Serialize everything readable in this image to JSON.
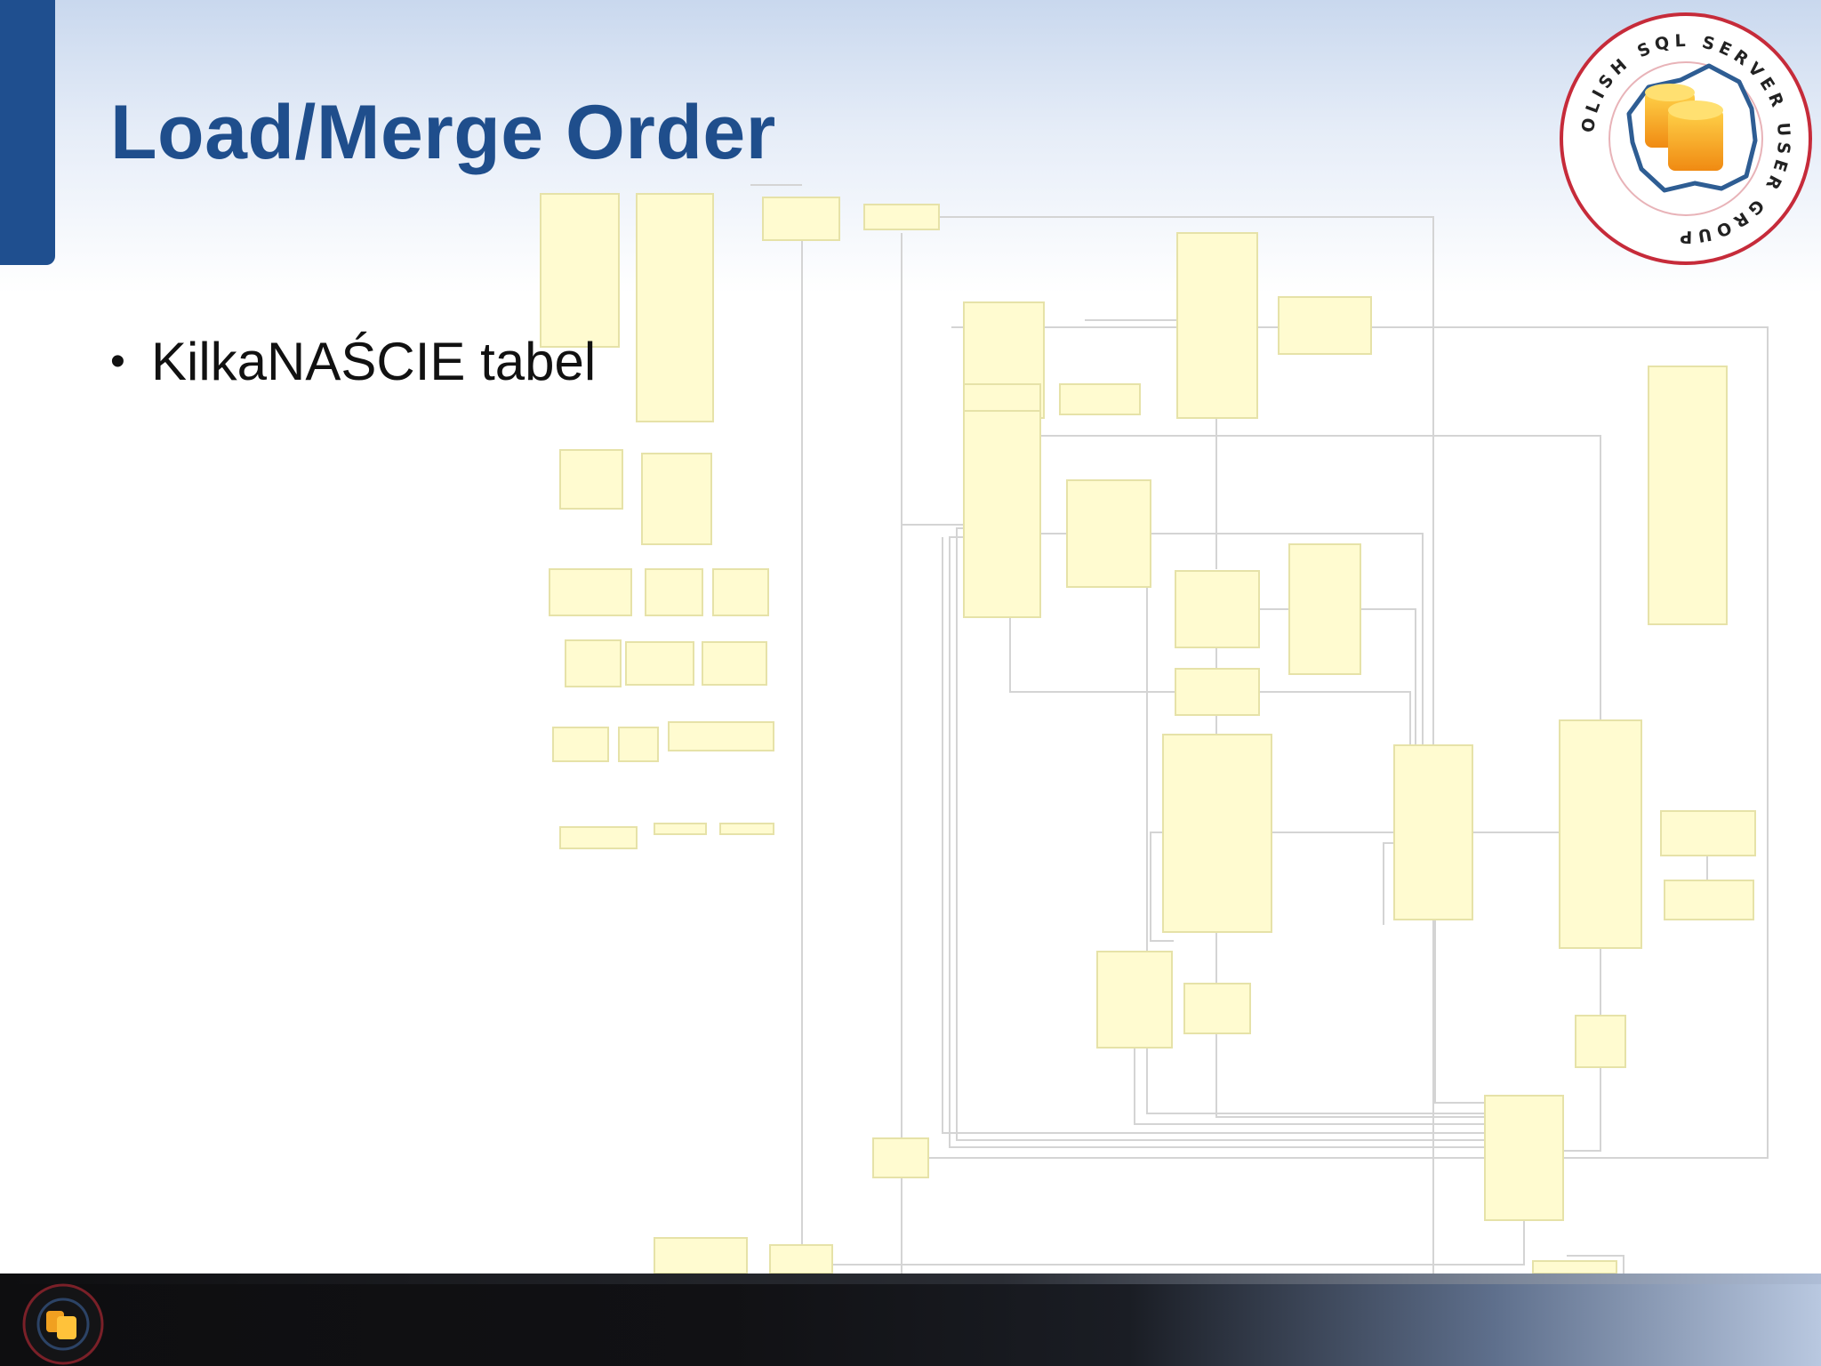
{
  "slide": {
    "title": "Load/Merge Order",
    "bullets": [
      "KilkaNAŚCIE tabel"
    ]
  },
  "logo": {
    "ring_text": "POLISH SQL SERVER USER GROUP",
    "ring_color": "#c62b3a"
  },
  "colors": {
    "title": "#1f4e8c",
    "diagram_box_fill": "#fffbd0",
    "diagram_box_border": "#e6e2a8",
    "connector": "#d4d4d4"
  }
}
